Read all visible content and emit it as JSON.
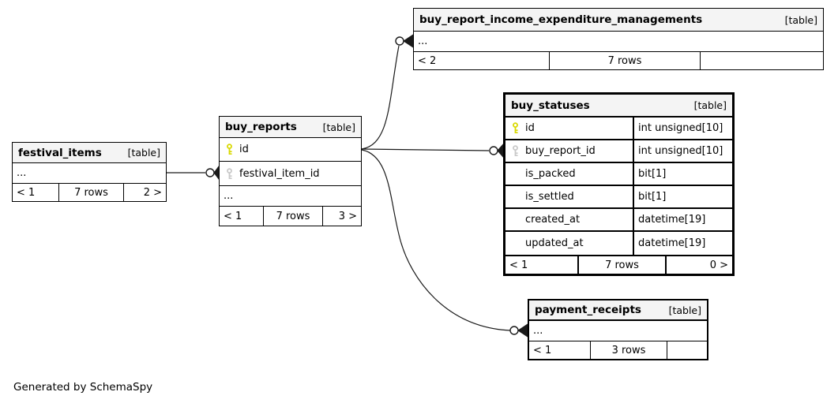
{
  "page": {
    "generated_by": "Generated by SchemaSpy"
  },
  "colors": {
    "primary_key": "#d9d900",
    "foreign_key": "#c9c9c9",
    "header_bg": "#f4f4f4",
    "line": "#1a1a1a"
  },
  "icons": {
    "primary_key": "key-icon-yellow",
    "foreign_key": "key-icon-gray"
  },
  "tables": {
    "festival_items": {
      "title": "festival_items",
      "tag": "[table]",
      "ellipsis": "...",
      "footer_left": "< 1",
      "footer_center": "7 rows",
      "footer_right": "2 >"
    },
    "buy_reports": {
      "title": "buy_reports",
      "tag": "[table]",
      "columns": [
        {
          "name": "id",
          "key": "primary"
        },
        {
          "name": "festival_item_id",
          "key": "foreign"
        }
      ],
      "ellipsis": "...",
      "footer_left": "< 1",
      "footer_center": "7 rows",
      "footer_right": "3 >"
    },
    "buy_report_income_expenditure_managements": {
      "title": "buy_report_income_expenditure_managements",
      "tag": "[table]",
      "ellipsis": "...",
      "footer_left": "< 2",
      "footer_center": "7 rows",
      "footer_right": ""
    },
    "buy_statuses": {
      "title": "buy_statuses",
      "tag": "[table]",
      "columns": [
        {
          "name": "id",
          "type": "int unsigned[10]",
          "key": "primary"
        },
        {
          "name": "buy_report_id",
          "type": "int unsigned[10]",
          "key": "foreign"
        },
        {
          "name": "is_packed",
          "type": "bit[1]",
          "key": "none"
        },
        {
          "name": "is_settled",
          "type": "bit[1]",
          "key": "none"
        },
        {
          "name": "created_at",
          "type": "datetime[19]",
          "key": "none"
        },
        {
          "name": "updated_at",
          "type": "datetime[19]",
          "key": "none"
        }
      ],
      "footer_left": "< 1",
      "footer_center": "7 rows",
      "footer_right": "0 >"
    },
    "payment_receipts": {
      "title": "payment_receipts",
      "tag": "[table]",
      "ellipsis": "...",
      "footer_left": "< 1",
      "footer_center": "3 rows",
      "footer_right": ""
    }
  },
  "relationships": [
    {
      "from": "festival_items",
      "to": "buy_reports.festival_item_id",
      "end_style": "crow-foot-circle"
    },
    {
      "from": "buy_reports.id",
      "to": "buy_report_income_expenditure_managements",
      "end_style": "crow-foot-circle"
    },
    {
      "from": "buy_reports.id",
      "to": "buy_statuses.buy_report_id",
      "end_style": "crow-foot-circle"
    },
    {
      "from": "buy_reports.id",
      "to": "payment_receipts",
      "end_style": "crow-foot-circle"
    }
  ]
}
